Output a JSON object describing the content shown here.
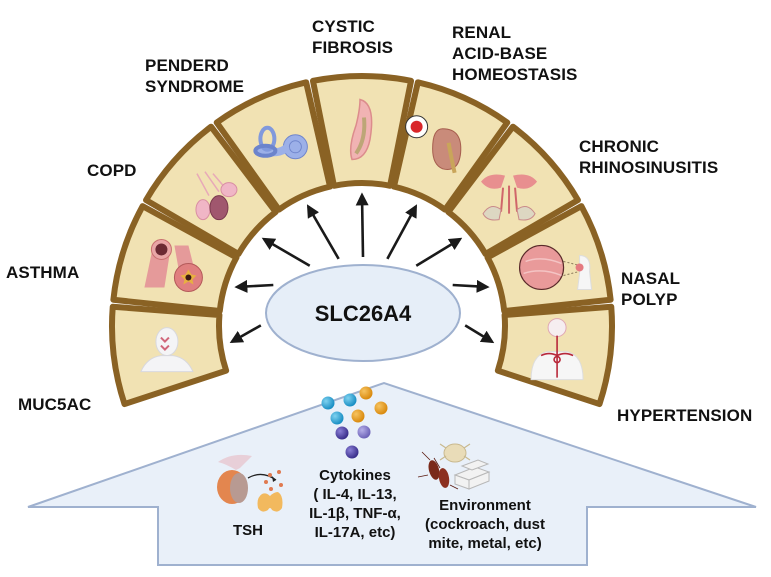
{
  "center": {
    "label": "SLC26A4"
  },
  "panels": [
    {
      "id": "muc5ac",
      "label": "MUC5AC",
      "icon": "sinus-head-icon"
    },
    {
      "id": "asthma",
      "label": "ASTHMA",
      "icon": "airway-icon"
    },
    {
      "id": "copd",
      "label": "COPD",
      "icon": "alveoli-icon"
    },
    {
      "id": "pendred",
      "label": "PENDERD\nSYNDROME",
      "icon": "inner-ear-icon"
    },
    {
      "id": "cf",
      "label": "CYSTIC\nFIBROSIS",
      "icon": "bronchus-tube-icon"
    },
    {
      "id": "renal",
      "label": "RENAL\nACID-BASE\nHOMEOSTASIS",
      "icon": "kidney-icon"
    },
    {
      "id": "crs",
      "label": "CHRONIC\nRHINOSINUSITIS",
      "icon": "nasal-sinus-icon"
    },
    {
      "id": "polyp",
      "label": "NASAL\nPOLYP",
      "icon": "nasal-polyp-icon"
    },
    {
      "id": "htn",
      "label": "HYPERTENSION",
      "icon": "circulatory-body-icon"
    }
  ],
  "factors": {
    "tsh": {
      "label": "TSH",
      "icon": "thyroid-pituitary-icon"
    },
    "cytokines": {
      "label": "Cytokines\n( IL-4, IL-13,\nIL-1β, TNF-α,\nIL-17A, etc)",
      "icon": "cytokine-dots-icon"
    },
    "environment": {
      "label": "Environment\n(cockroach, dust\nmite, metal, etc)",
      "icon": "cockroach-mite-metal-icon"
    }
  },
  "colors": {
    "panel_fill": "#f1e2b3",
    "panel_border": "#8a6224",
    "ellipse_fill": "#e6eef8",
    "ellipse_stroke": "#9fb1cf",
    "house_fill": "#e9f0f9",
    "house_stroke": "#9fb1cf",
    "arrow": "#1a1a1a",
    "text": "#111111"
  }
}
